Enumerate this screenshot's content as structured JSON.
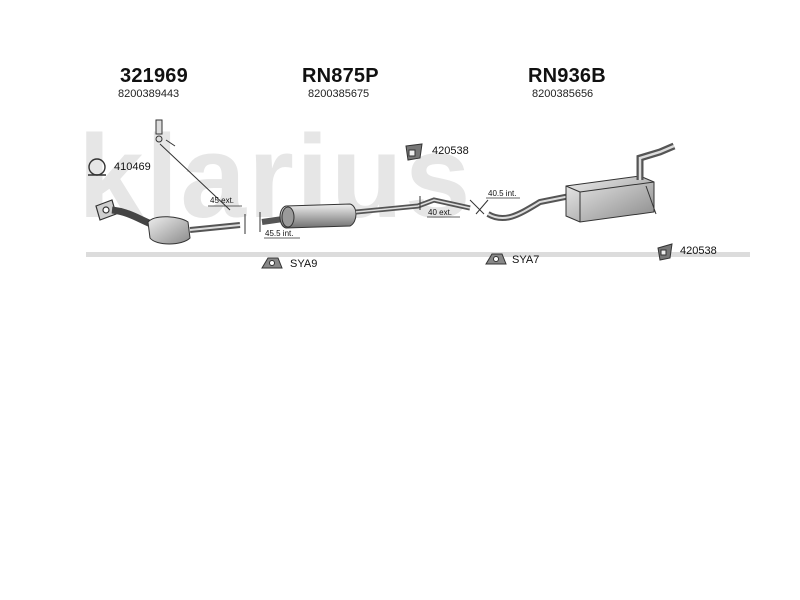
{
  "watermark": {
    "text": "klarius"
  },
  "headers": [
    {
      "code": "321969",
      "oem": "8200389443"
    },
    {
      "code": "RN875P",
      "oem": "8200385675"
    },
    {
      "code": "RN936B",
      "oem": "8200385656"
    }
  ],
  "parts": {
    "clamp_top": "420538",
    "gasket": "410469",
    "clamp_right": "420538",
    "mount_left": "SYA9",
    "mount_right": "SYA7"
  },
  "dimensions": {
    "d1": "45 ext.",
    "d2": "45.5 int.",
    "d3": "40.5 int.",
    "d4": "40 ext."
  },
  "colors": {
    "line": "#333333",
    "body_light": "#d8d8d8",
    "body_dark": "#8a8a8a",
    "watermark": "#e6e6e6"
  }
}
